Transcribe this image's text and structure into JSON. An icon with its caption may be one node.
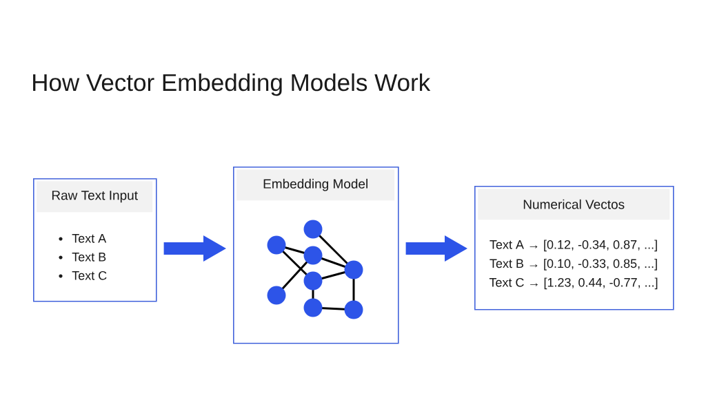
{
  "diagram": {
    "title": "How Vector Embedding Models Work",
    "nodes": [
      {
        "text": [
          "Raw Text Input",
          "Text A",
          "Text B",
          "Text C"
        ]
      },
      {
        "text": [
          "Embedding Model"
        ]
      },
      {
        "text": [
          "Numerical Vectos",
          "Text A → [0.12, -0.34, 0.87, ...]",
          "Text B → [0.10, -0.33, 0.85, ...]",
          "Text C → [1.23, 0.44, -0.77, ...]"
        ]
      }
    ],
    "edges": [
      {
        "from": 0,
        "to": 1,
        "arrow": "to"
      },
      {
        "from": 1,
        "to": 2,
        "arrow": "to"
      }
    ]
  }
}
